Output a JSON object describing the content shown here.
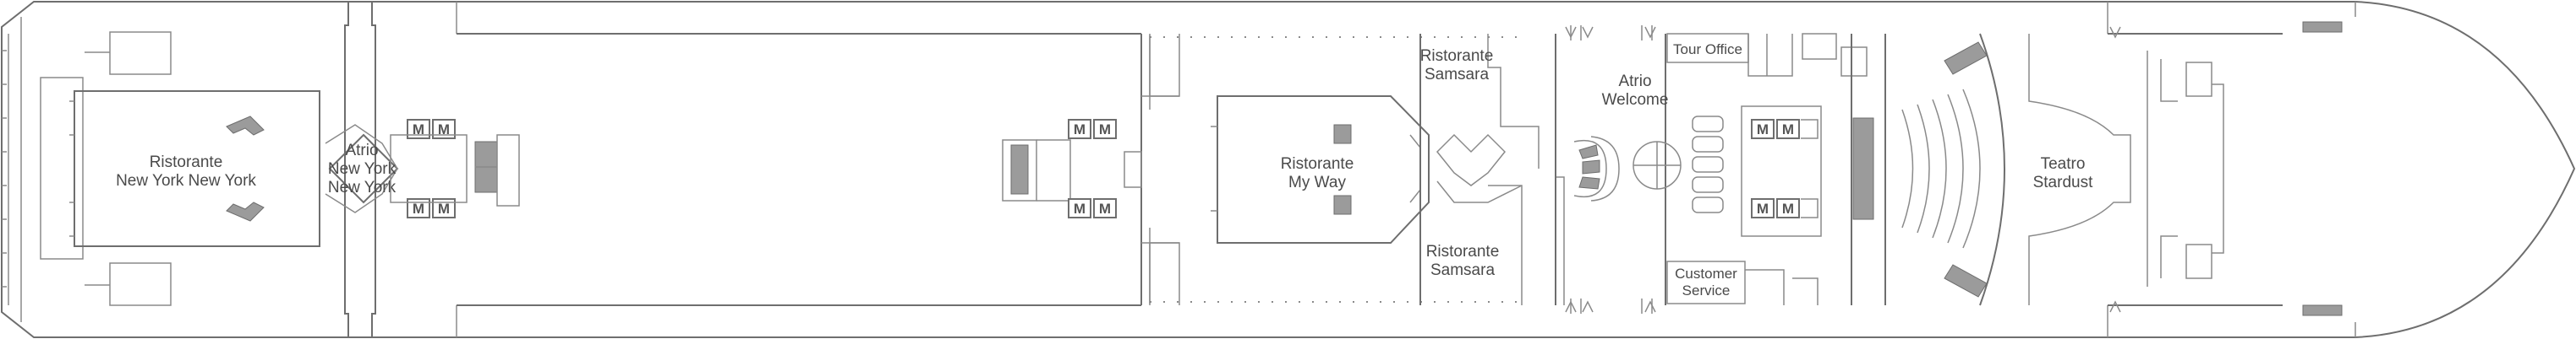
{
  "deck": {
    "labels": {
      "ristorante_new_york": [
        "Ristorante",
        "New York New York"
      ],
      "atrio_new_york": [
        "Atrio",
        "New York",
        "New York"
      ],
      "ristorante_my_way": [
        "Ristorante",
        "My Way"
      ],
      "ristorante_samsara_top": [
        "Ristorante",
        "Samsara"
      ],
      "ristorante_samsara_bottom": [
        "Ristorante",
        "Samsara"
      ],
      "atrio_welcome": [
        "Atrio",
        "Welcome"
      ],
      "tour_office": "Tour Office",
      "customer_service": [
        "Customer",
        "Service"
      ],
      "teatro_stardust": [
        "Teatro",
        "Stardust"
      ]
    },
    "elevator_symbol": "M",
    "icons": {
      "elevator": "elevator-icon",
      "stairs": "stairs-icon",
      "door": "door-icon"
    }
  }
}
